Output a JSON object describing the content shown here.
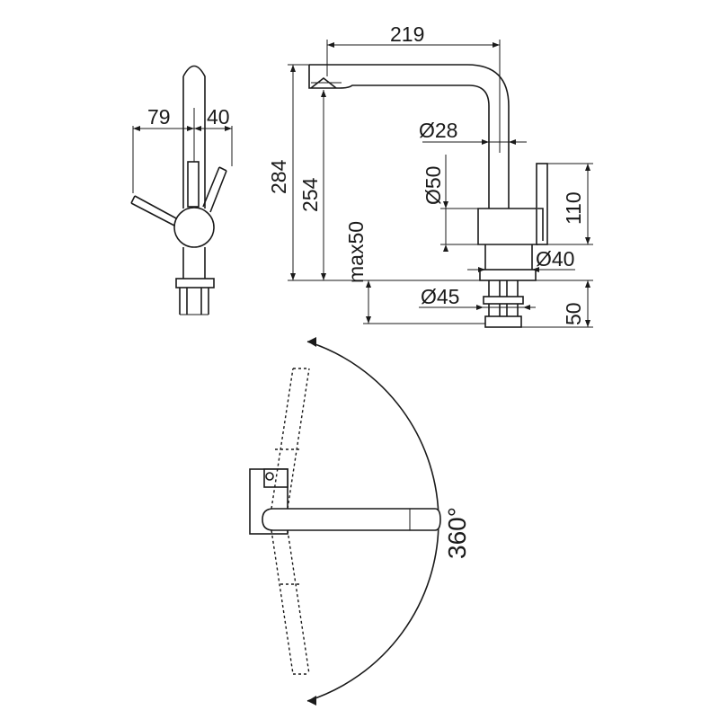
{
  "dimensions": {
    "side_left": "79",
    "side_right": "40",
    "reach": "219",
    "total_height": "284",
    "spout_height": "254",
    "max_deck": "max50",
    "dia_spout": "Ø28",
    "dia_body": "Ø50",
    "lever_height": "110",
    "dia_base": "Ø40",
    "dia_hole": "Ø45",
    "shank": "50"
  },
  "rotation": {
    "label": "360°"
  },
  "colors": {
    "line": "#1a1a1a",
    "background": "#ffffff"
  }
}
